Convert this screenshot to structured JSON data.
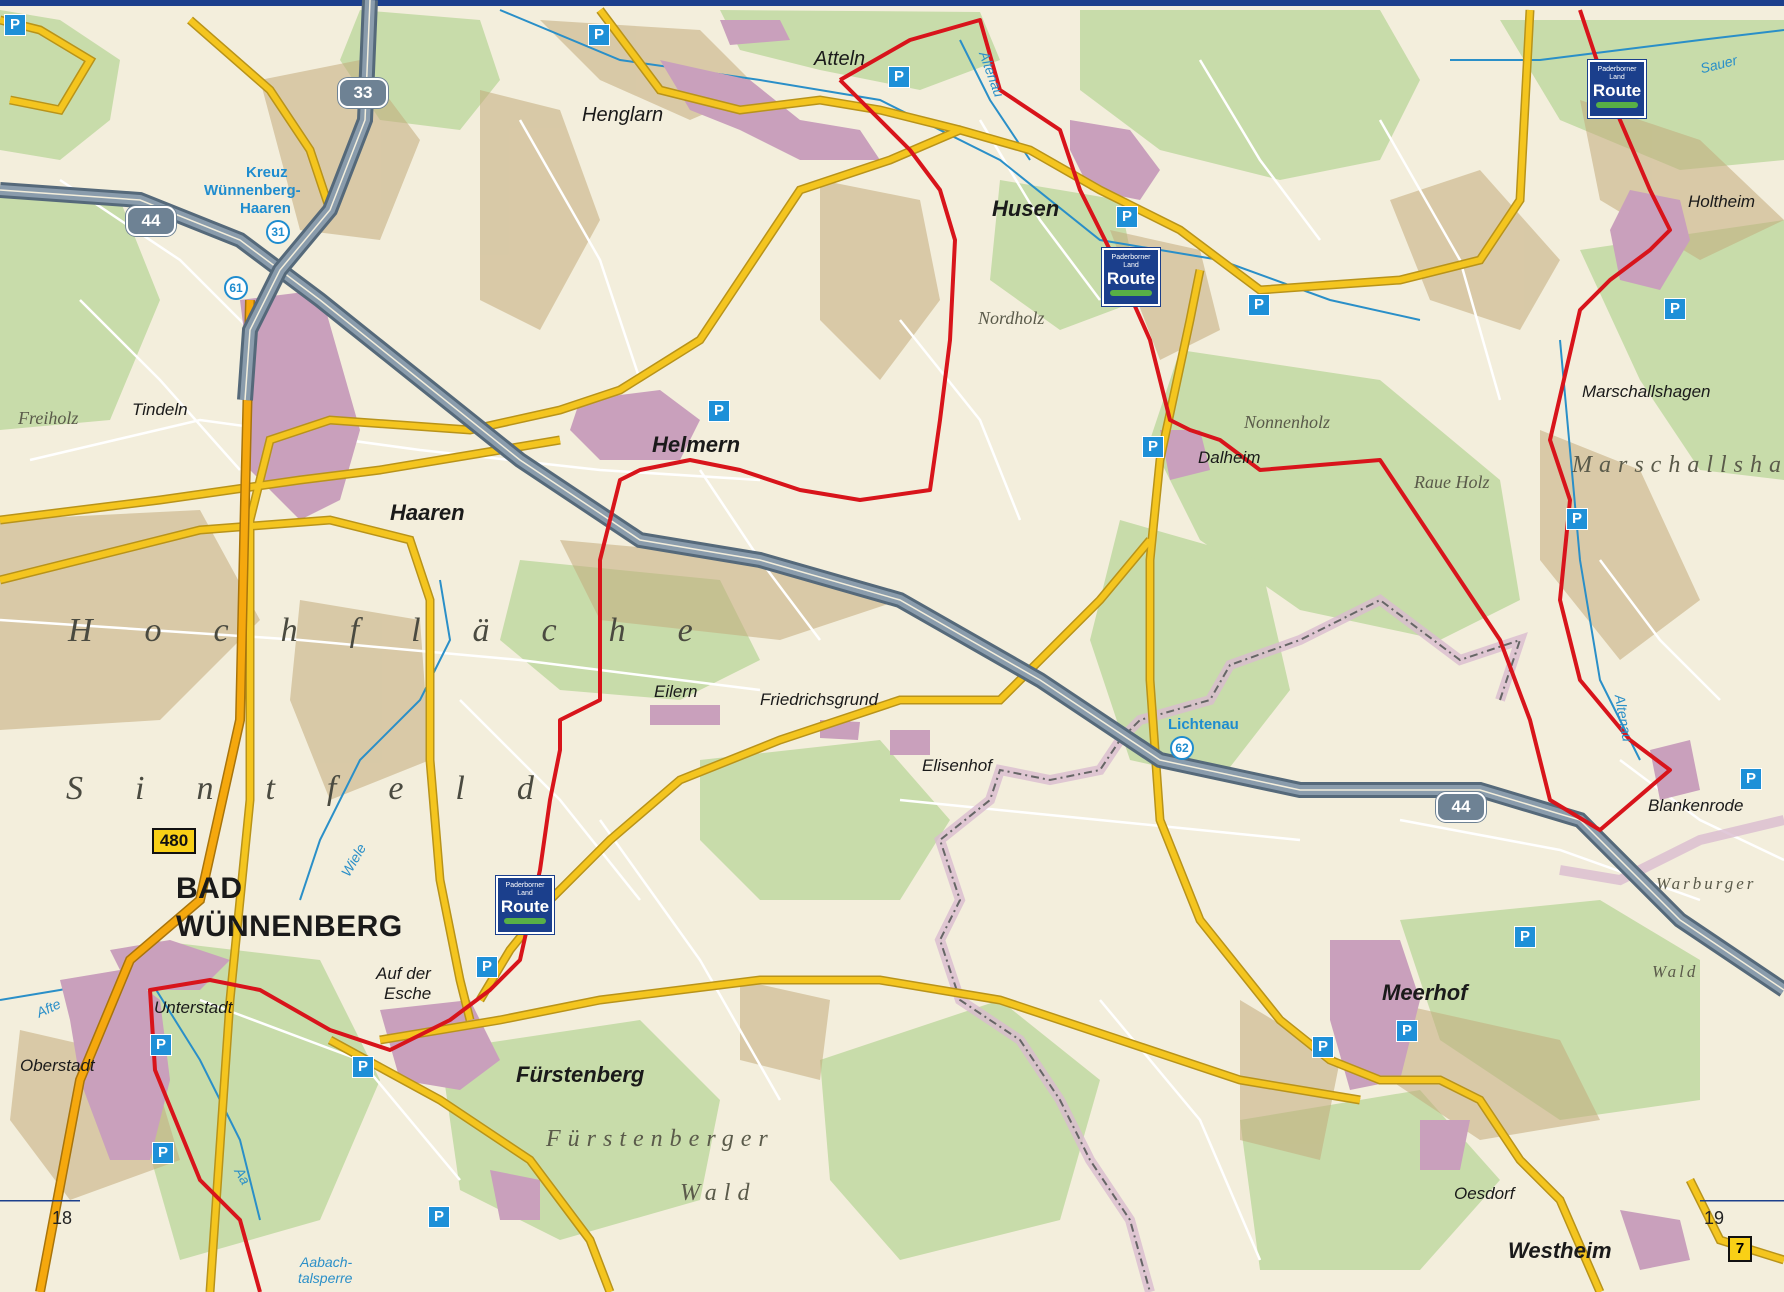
{
  "colors": {
    "background": "#f3eedc",
    "forest": "#c8dcaa",
    "main_road": "#f4c51f",
    "highway": "#6e8294",
    "route_line": "#d8141b",
    "settlement": "#c9a0bc",
    "water": "#2a8fc8",
    "border": "#d9bcd0",
    "parking": "#1e90d8",
    "route_logo": "#1b3f8c",
    "top_bar": "#1b3f8c"
  },
  "places": {
    "atteln": "Atteln",
    "henglarn": "Henglarn",
    "husen": "Husen",
    "holtheim": "Holtheim",
    "nordholz": "Nordholz",
    "marschallshagen_village": "Marschallshagen",
    "freiholz": "Freiholz",
    "tindeln": "Tindeln",
    "helmern": "Helmern",
    "nonnenholz": "Nonnenholz",
    "dalheim": "Dalheim",
    "haaren": "Haaren",
    "raue_holz": "Raue Holz",
    "eilern": "Eilern",
    "friedrichsgrund": "Friedrichsgrund",
    "elisenhof": "Elisenhof",
    "blankenrode": "Blankenrode",
    "bad_wuennenberg_1": "BAD",
    "bad_wuennenberg_2": "WÜNNENBERG",
    "auf_der_esche_1": "Auf der",
    "auf_der_esche_2": "Esche",
    "unterstadt": "Unterstadt",
    "oberstadt": "Oberstadt",
    "fuerstenberg": "Fürstenberg",
    "meerhof": "Meerhof",
    "oesdorf": "Oesdorf",
    "westheim": "Westheim"
  },
  "regions": {
    "hochflaeche": "Hochfläche",
    "sintfeld": "Sintfeld",
    "marschallshagen_forest": "Marschallshagen",
    "fuerstenberger": "Fürstenberger",
    "wald": "Wald",
    "warburger": "Warburger",
    "warburger_wald": "Wald"
  },
  "water": {
    "altenau_north": "Altenau",
    "sauer": "Sauer",
    "altenau_east": "Altenau",
    "wiele": "Wiele",
    "afte": "Afte",
    "aa": "Aa",
    "aabach_1": "Aabach-",
    "aabach_2": "talsperre"
  },
  "junctions": {
    "kreuz_1": "Kreuz",
    "kreuz_2": "Wünnenberg-",
    "kreuz_3": "Haaren",
    "kreuz_num": "31",
    "junction_61": "61",
    "lichtenau": "Lichtenau",
    "lichtenau_num": "62"
  },
  "shields": {
    "a33": "33",
    "a44_west": "44",
    "a44_east": "44",
    "b480": "480",
    "exit_7": "7"
  },
  "route_logo": {
    "line1": "Paderborner Land",
    "line2": "Route"
  },
  "parking_symbol": "P",
  "page_numbers": {
    "left": "18",
    "right": "19"
  }
}
